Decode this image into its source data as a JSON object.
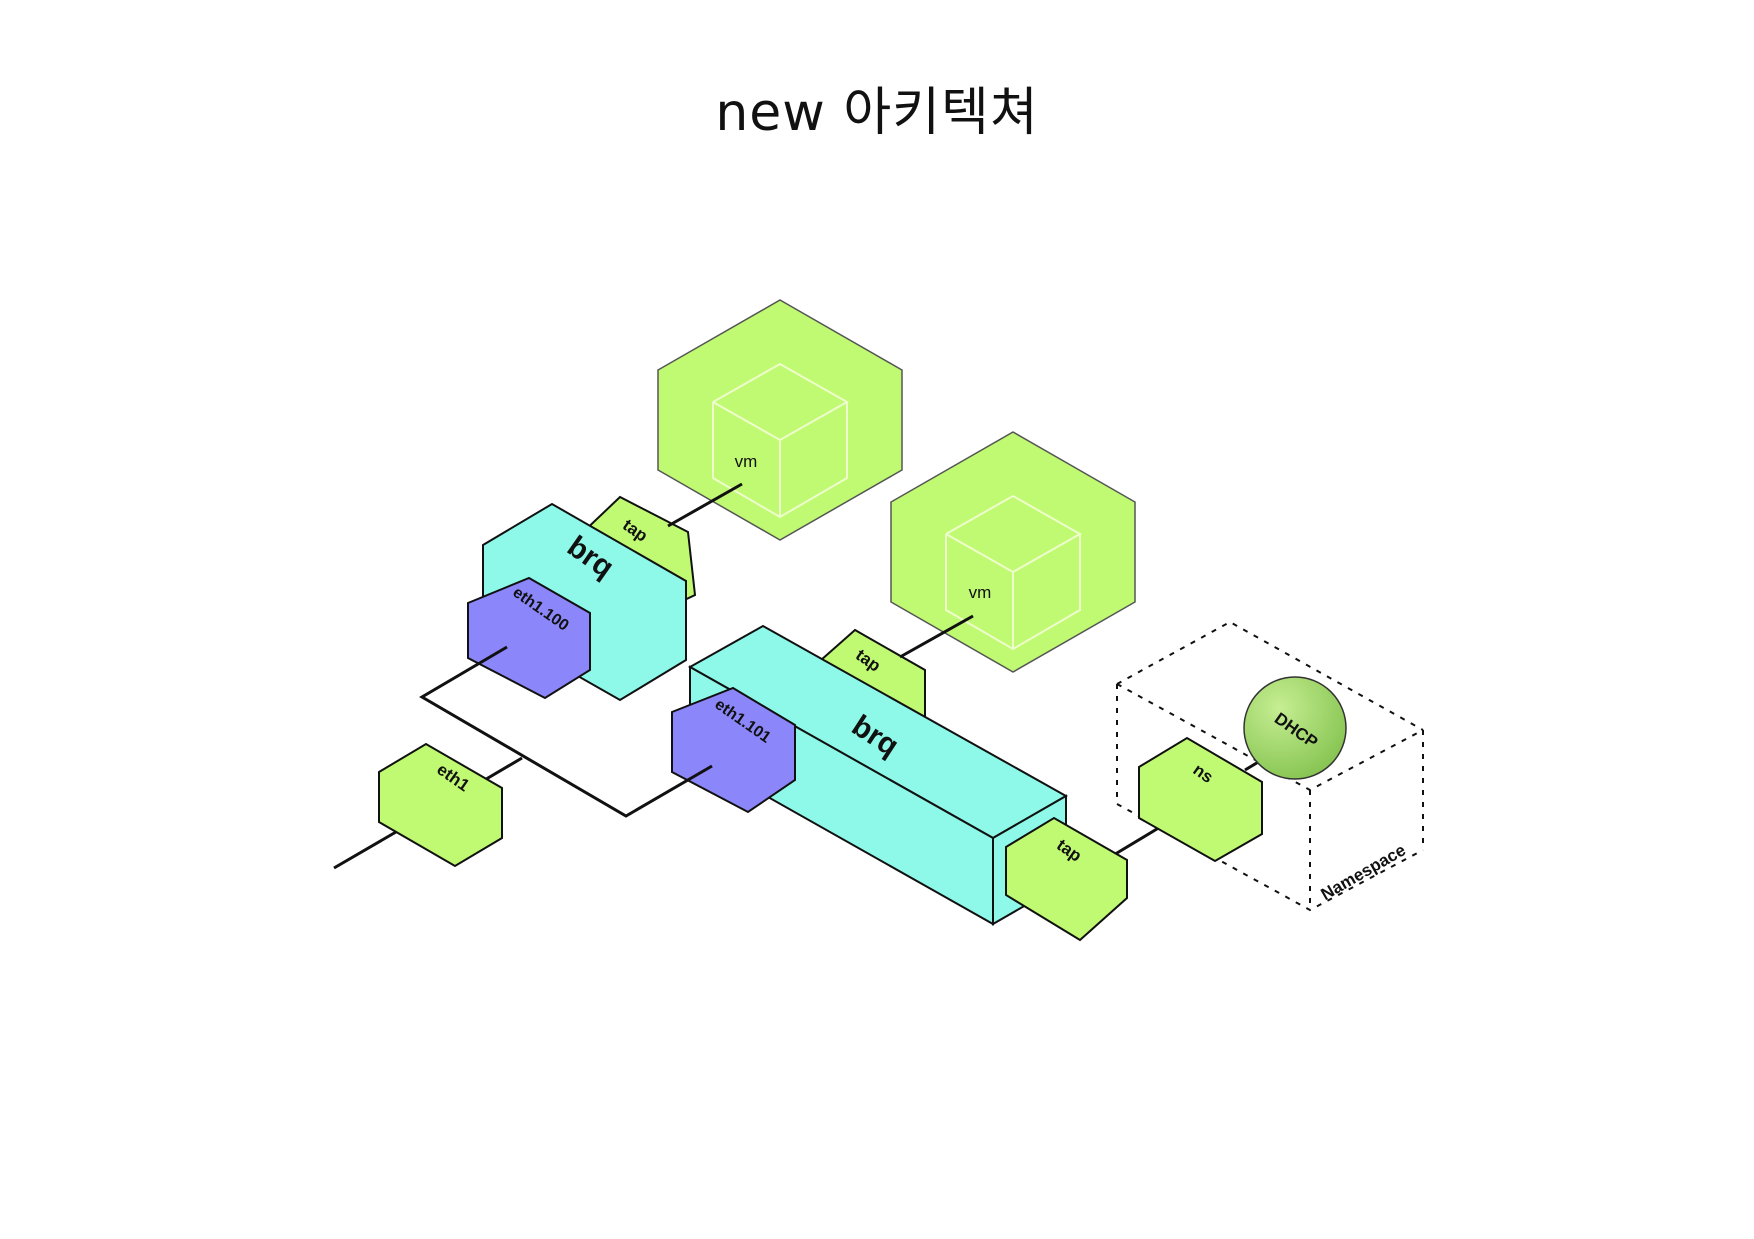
{
  "title": "new 아키텍쳐",
  "colors": {
    "vm_green": "#c0fa72",
    "bridge_cyan": "#8ef9e9",
    "vlan_purple": "#8b86fa",
    "dhcp_green": "#9ed465",
    "line": "#111111"
  },
  "nodes": {
    "vm_top": "vm",
    "vm_right": "vm",
    "tap_top": "tap",
    "tap_mid": "tap",
    "tap_ns": "tap",
    "brq_left": "brq",
    "brq_right": "brq",
    "eth1_100": "eth1.100",
    "eth1_101": "eth1.101",
    "eth1": "eth1",
    "ns": "ns",
    "dhcp": "DHCP",
    "namespace": "Namespace"
  }
}
